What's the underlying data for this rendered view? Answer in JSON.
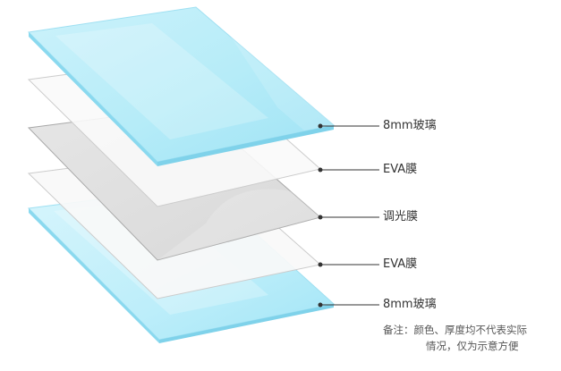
{
  "layers": [
    {
      "label": "8mm玻璃",
      "material": "glass"
    },
    {
      "label": "EVA膜",
      "material": "eva"
    },
    {
      "label": "调光膜",
      "material": "dimming-film"
    },
    {
      "label": "EVA膜",
      "material": "eva"
    },
    {
      "label": "8mm玻璃",
      "material": "glass"
    }
  ],
  "note": {
    "line1": "备注：颜色、厚度均不代表实际",
    "line2": "情况，仅为示意方便"
  },
  "colors": {
    "glass_fill_light": "#dff6fd",
    "glass_fill_dark": "#9fe3f5",
    "glass_edge": "#8ad9ef",
    "eva_fill": "#f9f9f9",
    "eva_edge": "#cfcfcf",
    "dimming_fill": "#e0e0e0",
    "dimming_edge": "#aaaaaa",
    "leader_line": "#333333",
    "label_text": "#333333"
  }
}
